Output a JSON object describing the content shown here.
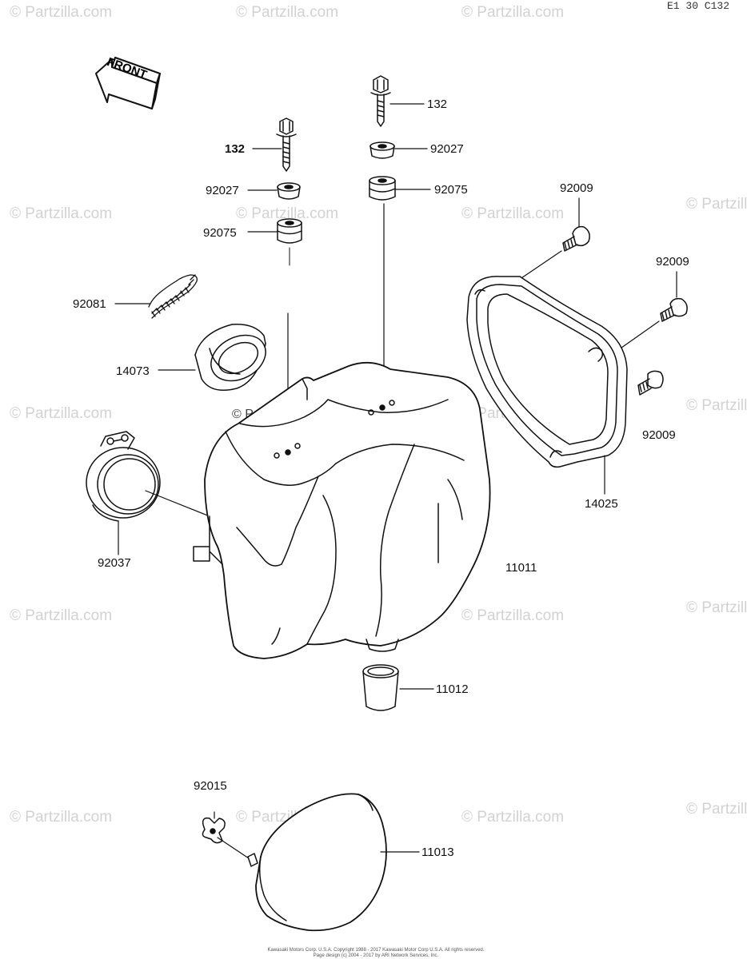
{
  "diagram_ref": "E1 30 C132",
  "front_label": "FRONT",
  "watermark": "© Partzilla.com",
  "center_watermark": "© Partzilla.com",
  "copyright_lines": [
    "Kawasaki Motors Corp. U.S.A. Copyright 1988 - 2017 Kawasaki Motor Corp U.S.A. All rights reserved.",
    "Page design (c) 2004 - 2017 by ARI Network Services, Inc."
  ],
  "colors": {
    "line": "#111111",
    "watermark": "#d2d2d2"
  },
  "parts": [
    {
      "id": "p132_left",
      "number": "132",
      "bold": true
    },
    {
      "id": "p92027_left",
      "number": "92027"
    },
    {
      "id": "p92075_left",
      "number": "92075"
    },
    {
      "id": "p92081",
      "number": "92081"
    },
    {
      "id": "p14073",
      "number": "14073"
    },
    {
      "id": "p92037",
      "number": "92037"
    },
    {
      "id": "p132_right",
      "number": "132"
    },
    {
      "id": "p92027_right",
      "number": "92027"
    },
    {
      "id": "p92075_right",
      "number": "92075"
    },
    {
      "id": "p92009_a",
      "number": "92009"
    },
    {
      "id": "p92009_b",
      "number": "92009"
    },
    {
      "id": "p92009_c",
      "number": "92009"
    },
    {
      "id": "p14025",
      "number": "14025"
    },
    {
      "id": "p11011",
      "number": "11011"
    },
    {
      "id": "p11012",
      "number": "11012"
    },
    {
      "id": "p92015",
      "number": "92015"
    },
    {
      "id": "p11013",
      "number": "11013"
    }
  ]
}
